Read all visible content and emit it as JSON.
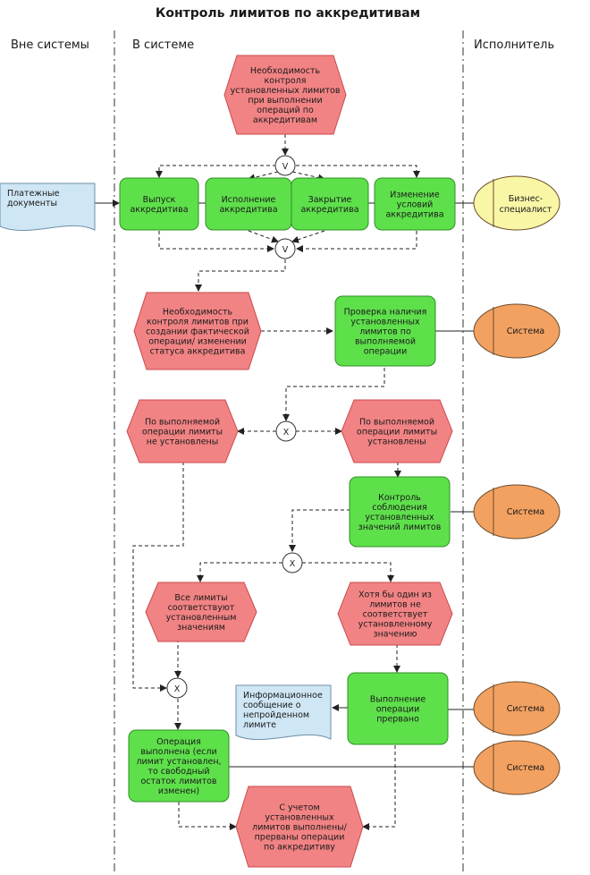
{
  "title": "Контроль лимитов по аккредитивам",
  "lanes": {
    "outside": "Вне системы",
    "inside": "В системе",
    "executor": "Исполнитель"
  },
  "colors": {
    "event_fill": "#f28384",
    "event_stroke": "#c94a4d",
    "function_fill": "#5ee04b",
    "function_stroke": "#2f8f24",
    "document_fill": "#cfe6f5",
    "document_stroke": "#6e8fa8",
    "actor_human_fill": "#f9f6a6",
    "actor_system_fill": "#f2a161",
    "actor_stroke": "#6b4b2a"
  },
  "events": {
    "start": [
      "Необходимость",
      "контроля",
      "установленных лимитов",
      "при выполнении",
      "операций по",
      "аккредитивам"
    ],
    "need_control": [
      "Необходимость",
      "контроля лимитов при",
      "создании фактической",
      "операции/ изменении",
      "статуса аккредитива"
    ],
    "no_limits": [
      "По выполняемой",
      "операции лимиты",
      "не установлены"
    ],
    "limits_set": [
      "По выполняемой",
      "операции лимиты",
      "установлены"
    ],
    "all_ok": [
      "Все лимиты",
      "соответствуют",
      "установленным",
      "значениям"
    ],
    "one_fail": [
      "Хотя бы один из",
      "лимитов не",
      "соответствует",
      "установленному",
      "значению"
    ],
    "end": [
      "С учетом",
      "установленных",
      "лимитов выполнены/",
      "прерваны операции",
      "по аккредитиву"
    ]
  },
  "functions": {
    "issue": [
      "Выпуск",
      "аккредитива"
    ],
    "execute": [
      "Исполнение",
      "аккредитива"
    ],
    "close": [
      "Закрытие",
      "аккредитива"
    ],
    "change": [
      "Изменение",
      "условий",
      "аккредитива"
    ],
    "check": [
      "Проверка наличия",
      "установленных",
      "лимитов по",
      "выполняемой",
      "операции"
    ],
    "control": [
      "Контроль",
      "соблюдения",
      "установленных",
      "значений лимитов"
    ],
    "abort": [
      "Выполнение",
      "операции",
      "прервано"
    ],
    "done": [
      "Операция",
      "выполнена (если",
      "лимит установлен,",
      "то свободный",
      "остаток лимитов",
      "изменен)"
    ]
  },
  "documents": {
    "payments": [
      "Платежные",
      "документы"
    ],
    "info": [
      "Информационное",
      "сообщение о",
      "непройденном",
      "лимите"
    ]
  },
  "connectors": {
    "or_symbol": "V",
    "xor_symbol": "X"
  },
  "actors": {
    "business": [
      "Бизнес-",
      "специалист"
    ],
    "system": "Система"
  }
}
